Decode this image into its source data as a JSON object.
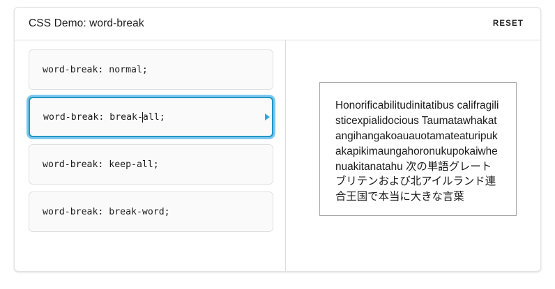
{
  "header": {
    "title": "CSS Demo: word-break",
    "reset_label": "RESET"
  },
  "options": [
    {
      "label": "word-break: normal;",
      "selected": false
    },
    {
      "label": "word-break: break-all;",
      "selected": true
    },
    {
      "label": "word-break: keep-all;",
      "selected": false
    },
    {
      "label": "word-break: break-word;",
      "selected": false
    }
  ],
  "selected_option": {
    "prefix": "word-break: break-",
    "suffix": "all;"
  },
  "preview": {
    "text": "Honorificabilitudinitatibus califragilisticexpialidocious Taumatawhakatangihangakoauauotamateaturipukakapikimaungahoronukupokaiwhenuakitanatahu 次の単語グレートブリテンおよび北アイルランド連合王国で本当に大きな言葉"
  },
  "colors": {
    "accent_border": "#2196c4",
    "accent_glow": "#7ec8ef",
    "arrow": "#3aa3dd",
    "card_border": "#e0e0e0",
    "card_bg": "#fafafa",
    "divider": "#dcdcdc",
    "preview_border": "#a9a9a9",
    "text": "#1a1a1a"
  }
}
